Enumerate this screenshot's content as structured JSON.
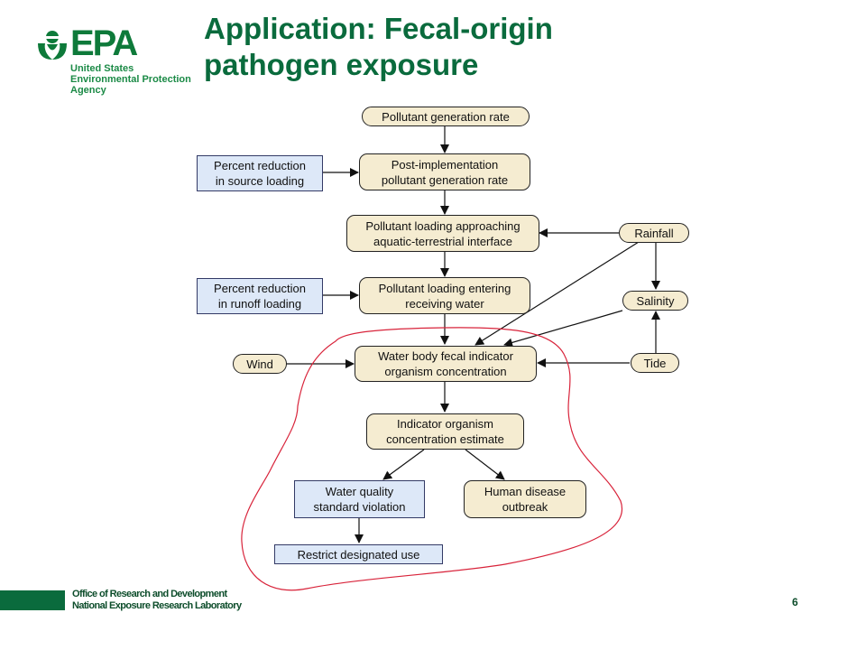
{
  "logo": {
    "agency_abbr": "EPA",
    "line1": "United States",
    "line2": "Environmental Protection",
    "line3": "Agency",
    "icon": "epa-flower-icon"
  },
  "slide": {
    "title_line1": "Application: Fecal-origin",
    "title_line2": "pathogen exposure",
    "page_number": "6"
  },
  "footer": {
    "line1": "Office of Research and Development",
    "line2": "National Exposure Research Laboratory"
  },
  "diagram": {
    "nodes": {
      "pollutant_generation_rate": "Pollutant generation rate",
      "post_impl_l1": "Post-implementation",
      "post_impl_l2": "pollutant generation rate",
      "pct_source_l1": "Percent reduction",
      "pct_source_l2": "in source loading",
      "approaching_l1": "Pollutant loading approaching",
      "approaching_l2": "aquatic-terrestrial interface",
      "rainfall": "Rainfall",
      "entering_l1": "Pollutant loading entering",
      "entering_l2": "receiving water",
      "pct_runoff_l1": "Percent reduction",
      "pct_runoff_l2": "in runoff loading",
      "salinity": "Salinity",
      "wind": "Wind",
      "waterbody_l1": "Water body fecal indicator",
      "waterbody_l2": "organism concentration",
      "tide": "Tide",
      "estimate_l1": "Indicator organism",
      "estimate_l2": "concentration estimate",
      "wq_l1": "Water quality",
      "wq_l2": "standard violation",
      "outbreak_l1": "Human disease",
      "outbreak_l2": "outbreak",
      "restrict": "Restrict designated use"
    },
    "edges": [
      [
        "pollutant_generation_rate",
        "post_implementation"
      ],
      [
        "pct_source",
        "post_implementation"
      ],
      [
        "post_implementation",
        "approaching"
      ],
      [
        "rainfall",
        "approaching"
      ],
      [
        "approaching",
        "entering"
      ],
      [
        "pct_runoff",
        "entering"
      ],
      [
        "rainfall",
        "salinity"
      ],
      [
        "rainfall",
        "waterbody"
      ],
      [
        "salinity",
        "waterbody"
      ],
      [
        "entering",
        "waterbody"
      ],
      [
        "wind",
        "waterbody"
      ],
      [
        "tide",
        "waterbody"
      ],
      [
        "tide",
        "salinity"
      ],
      [
        "waterbody",
        "estimate"
      ],
      [
        "estimate",
        "wq_violation"
      ],
      [
        "estimate",
        "outbreak"
      ],
      [
        "wq_violation",
        "restrict"
      ]
    ],
    "highlight_color": "#d8233a",
    "colors": {
      "tan_node": "#f5ecd1",
      "blue_node": "#dde8f8",
      "title_green": "#0a6b3d"
    }
  }
}
